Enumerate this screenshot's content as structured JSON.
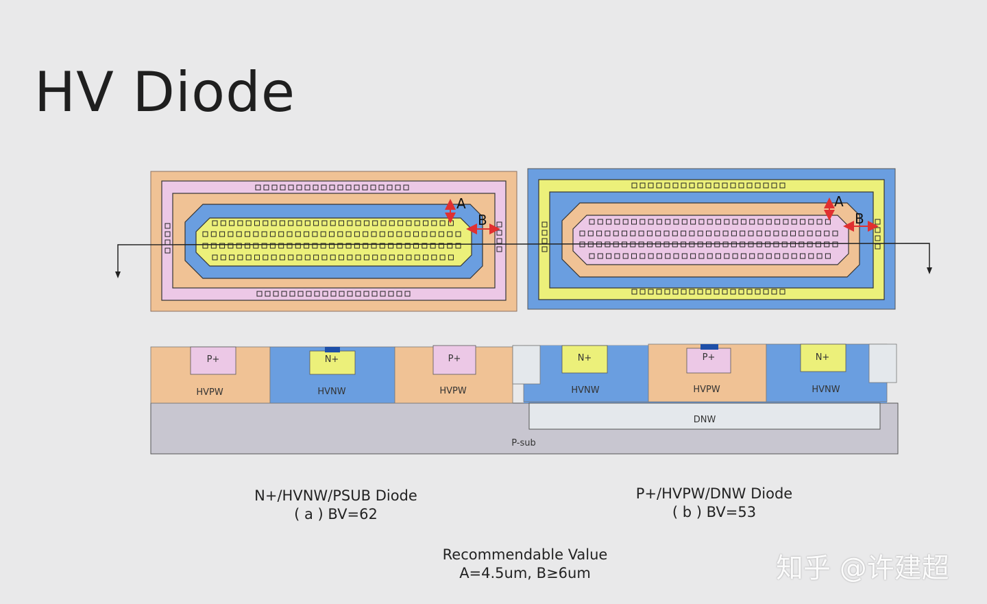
{
  "slide": {
    "title": "HV Diode"
  },
  "layout_a": {
    "label_A": "A",
    "label_B": "B"
  },
  "layout_b": {
    "label_A": "A",
    "label_B": "B"
  },
  "cross_section": {
    "regions": [
      {
        "name": "HVPW",
        "contact": "P+"
      },
      {
        "name": "HVNW",
        "contact": "N+"
      },
      {
        "name": "HVPW",
        "contact": "P+"
      },
      {
        "name": "HVNW",
        "contact": "N+"
      },
      {
        "name": "HVPW",
        "contact": "P+"
      },
      {
        "name": "HVNW",
        "contact": "N+"
      }
    ],
    "dnw_label": "DNW",
    "psub_label": "P-sub"
  },
  "captions": {
    "a_line1": "N+/HVNW/PSUB Diode",
    "a_line2": "( a ) BV=62",
    "b_line1": "P+/HVPW/DNW Diode",
    "b_line2": "( b ) BV=53",
    "rec_line1": "Recommendable Value",
    "rec_line2": "A=4.5um, B≥6um"
  },
  "watermark": "知乎 @许建超",
  "colors": {
    "orange": "#f0c295",
    "pink": "#ecc8e6",
    "blue": "#6a9ee0",
    "yellow": "#ecf07a",
    "gray": "#c8c6d0",
    "light": "#e4e8ec",
    "arrow": "#e03030"
  }
}
